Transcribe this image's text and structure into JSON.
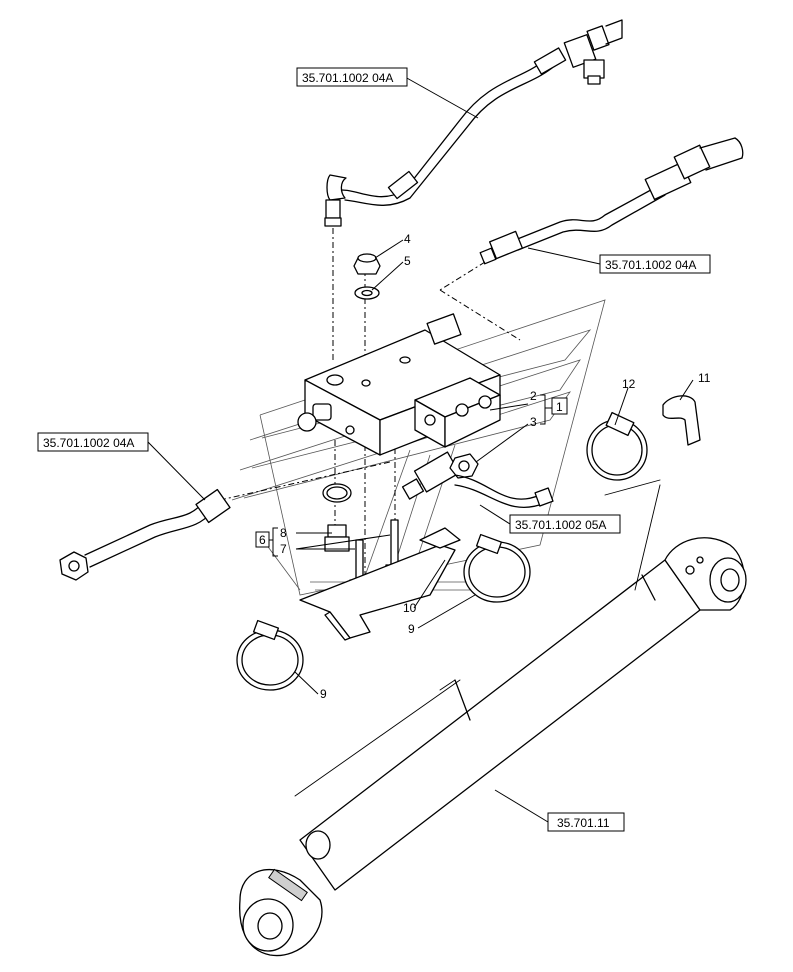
{
  "references": {
    "hose_top": "35.701.1002 04A",
    "tube_right": "35.701.1002 04A",
    "tube_left": "35.701.1002 04A",
    "hose_mid": "35.701.1002 05A",
    "cylinder": "35.701.11"
  },
  "callouts": {
    "c1": "1",
    "c2": "2",
    "c3": "3",
    "c4": "4",
    "c5": "5",
    "c6": "6",
    "c7": "7",
    "c8": "8",
    "c9a": "9",
    "c9b": "9",
    "c10": "10",
    "c11": "11",
    "c12": "12"
  }
}
